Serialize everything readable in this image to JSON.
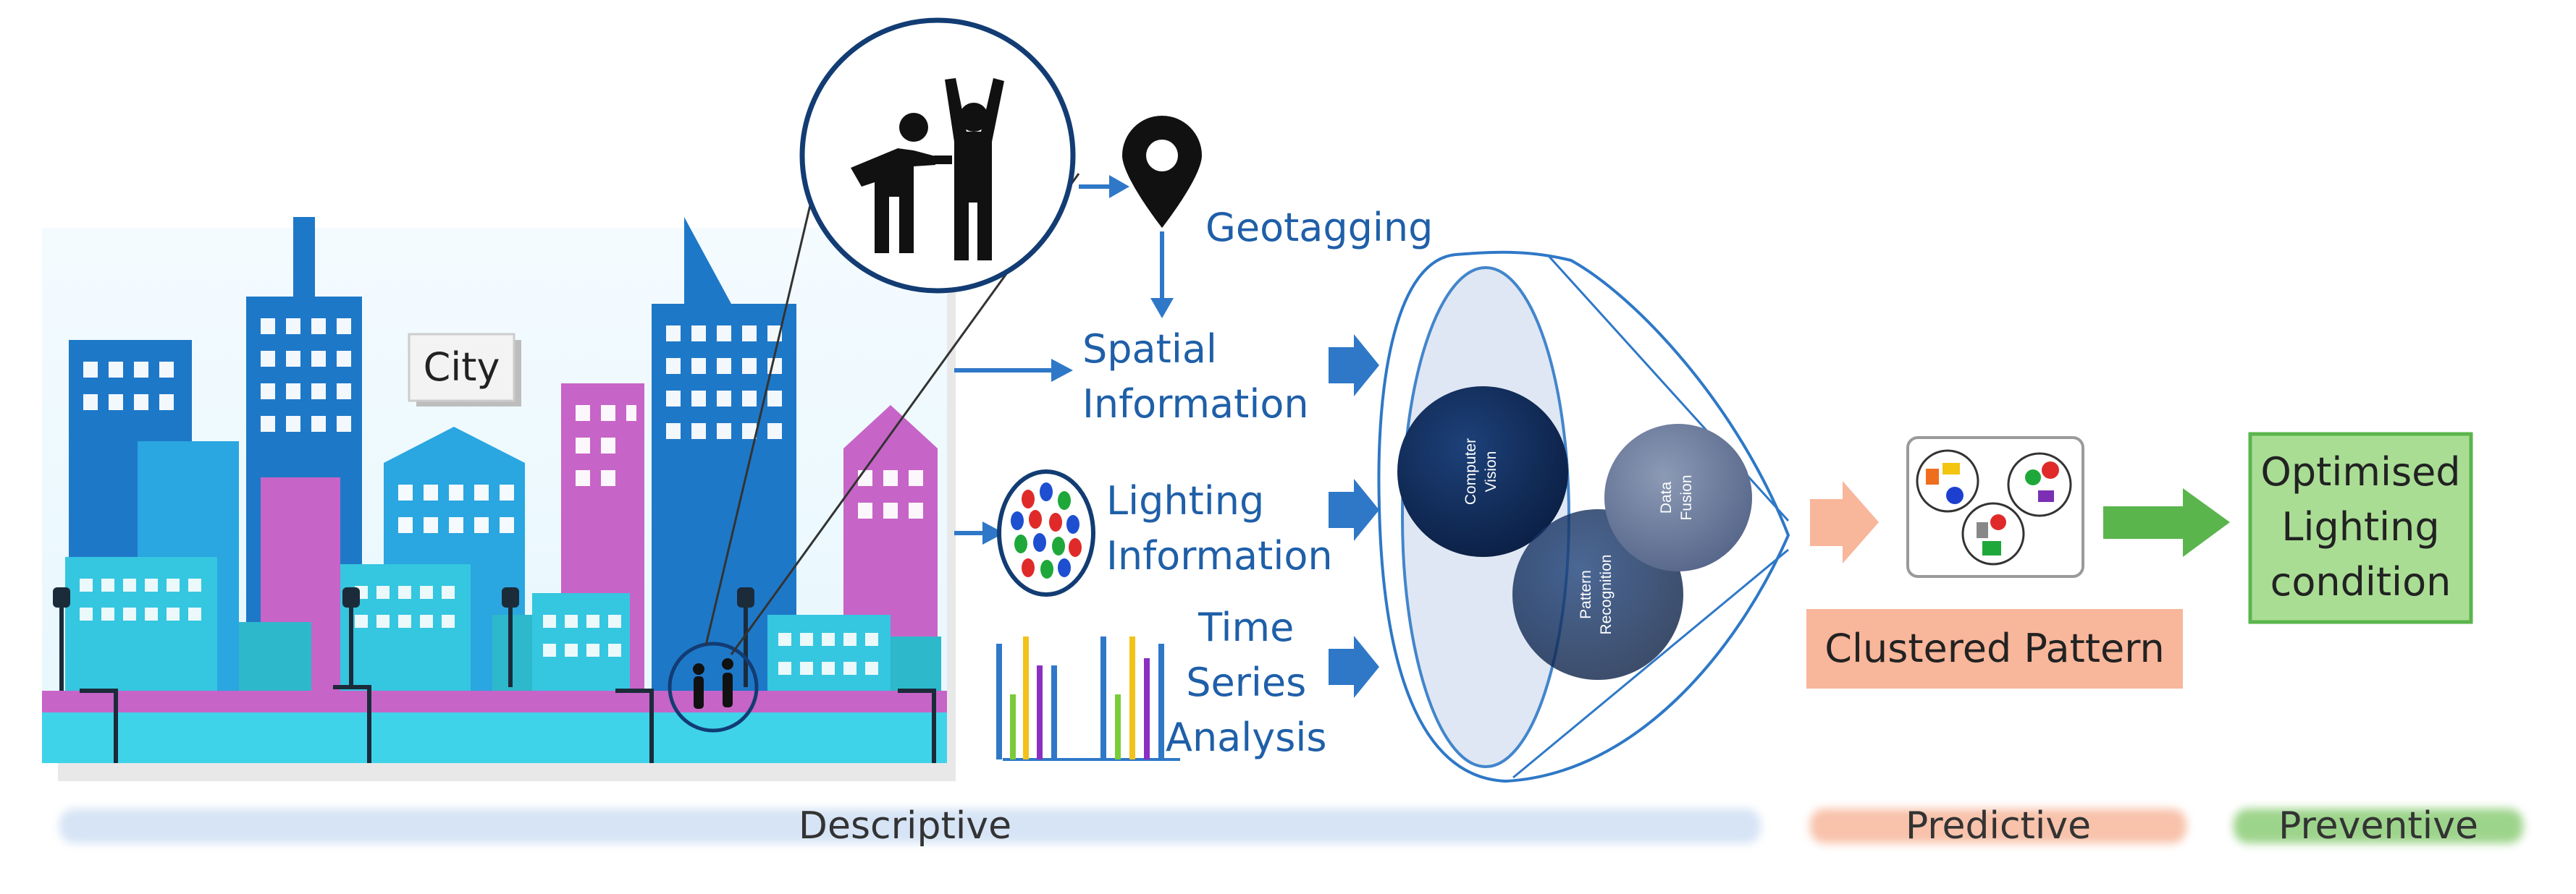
{
  "city_label": "City",
  "geotagging": "Geotagging",
  "spatial": [
    "Spatial",
    "Information"
  ],
  "lighting": [
    "Lighting",
    "Information"
  ],
  "timeseries": [
    "Time",
    "Series",
    "Analysis"
  ],
  "circles": {
    "computer_vision": [
      "Computer",
      "Vision"
    ],
    "pattern_recognition": [
      "Pattern",
      "Recognition"
    ],
    "data_fusion": [
      "Data",
      "Fusion"
    ]
  },
  "clustered_pattern": "Clustered Pattern",
  "outcome": [
    "Optimised",
    "Lighting",
    "condition"
  ],
  "phases": {
    "descriptive": "Descriptive",
    "predictive": "Predictive",
    "preventive": "Preventive"
  },
  "colors": {
    "arrow_blue": "#2e78c7",
    "text_blue": "#1f5fa8",
    "navy": "#10294f",
    "slate": "#6b7a96",
    "salmon": "#f8b69b",
    "green": "#5ab54c",
    "green_box": "#a9dd94"
  }
}
